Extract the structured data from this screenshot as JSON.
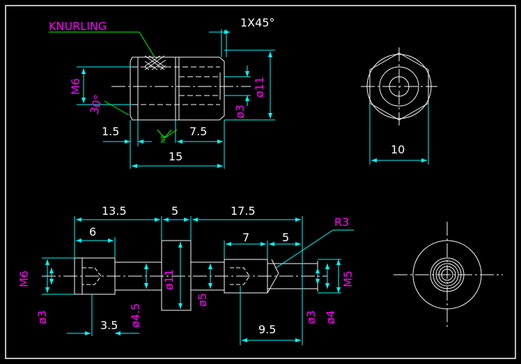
{
  "colors": {
    "background": "#000000",
    "frame": "#ffffff",
    "part": "#ffffff",
    "dimension": "#00ffff",
    "dimension_text": "#ffffff",
    "label": "#ff00ff",
    "leader": "#00ff00"
  },
  "top_view": {
    "knurling_label": "KNURLING",
    "chamfer": "1X45°",
    "dia_thread": "M6",
    "angle": "30°",
    "dia_bore_small": "ø3",
    "dia_outer": "ø11",
    "dim_left": "1.5",
    "dim_thread_len": "7.5",
    "dim_total": "15",
    "surface_finish": "N9"
  },
  "hex_view": {
    "across_flats": "10"
  },
  "bottom_view": {
    "dim_a": "13.5",
    "dim_b": "5",
    "dim_c": "17.5",
    "dim_d": "6",
    "dim_e": "7",
    "dim_f": "5",
    "radius": "R3",
    "dia_thread_left": "M6",
    "dia_bore_left": "ø3",
    "dim_g": "3.5",
    "dia_shaft": "ø4.5",
    "dia_collar": "ø11",
    "dia_rod": "ø5",
    "dim_h": "9.5",
    "dia_bore_right": "ø3",
    "dia_right": "ø4",
    "dia_thread_right": "M5"
  }
}
